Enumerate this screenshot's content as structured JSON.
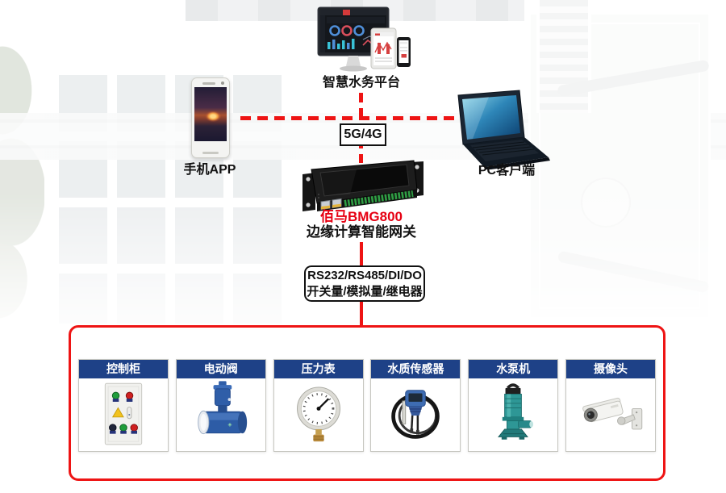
{
  "diagram": {
    "platform_label": "智慧水务平台",
    "phone_label": "手机APP",
    "pc_label": "PC客户端",
    "network_label": "5G/4G",
    "gateway_name": "佰马BMG800",
    "gateway_desc": "边缘计算智能网关",
    "interface_line1": "RS232/RS485/DI/DO",
    "interface_line2": "开关量/模拟量/继电器",
    "devices": [
      {
        "label": "控制柜",
        "icon": "control-cabinet-icon"
      },
      {
        "label": "电动阀",
        "icon": "electric-valve-icon"
      },
      {
        "label": "压力表",
        "icon": "pressure-gauge-icon"
      },
      {
        "label": "水质传感器",
        "icon": "water-quality-sensor-icon"
      },
      {
        "label": "水泵机",
        "icon": "water-pump-icon"
      },
      {
        "label": "摄像头",
        "icon": "camera-icon"
      }
    ],
    "colors": {
      "line_red": "#ee1414",
      "accent_red": "#e60012",
      "card_header_blue": "#1e4187"
    }
  }
}
